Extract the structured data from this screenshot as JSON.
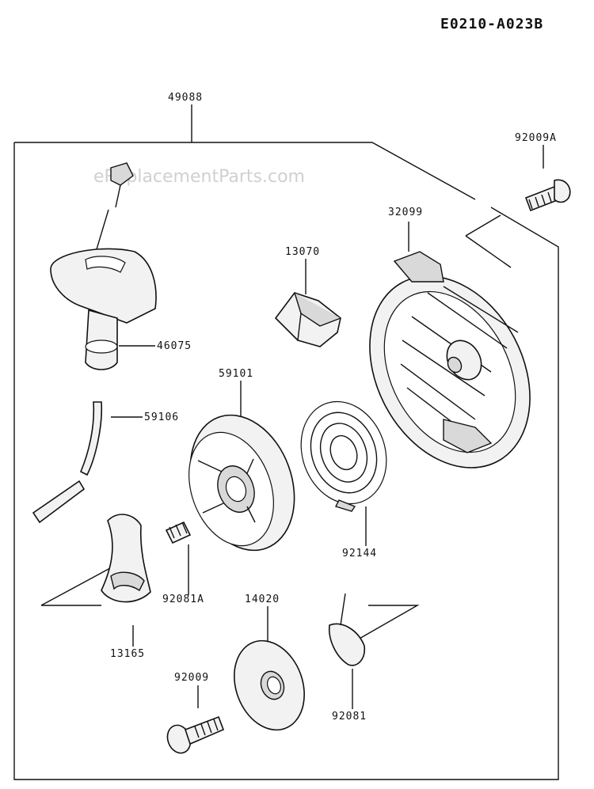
{
  "diagram_code": "E0210-A023B",
  "watermark": "eReplacementParts.com",
  "parts": {
    "p49088": "49088",
    "p92009A": "92009A",
    "p32099": "32099",
    "p13070": "13070",
    "p46075": "46075",
    "p59101": "59101",
    "p59106": "59106",
    "p92144": "92144",
    "p92081A": "92081A",
    "p14020": "14020",
    "p13165": "13165",
    "p92009": "92009",
    "p92081": "92081"
  }
}
